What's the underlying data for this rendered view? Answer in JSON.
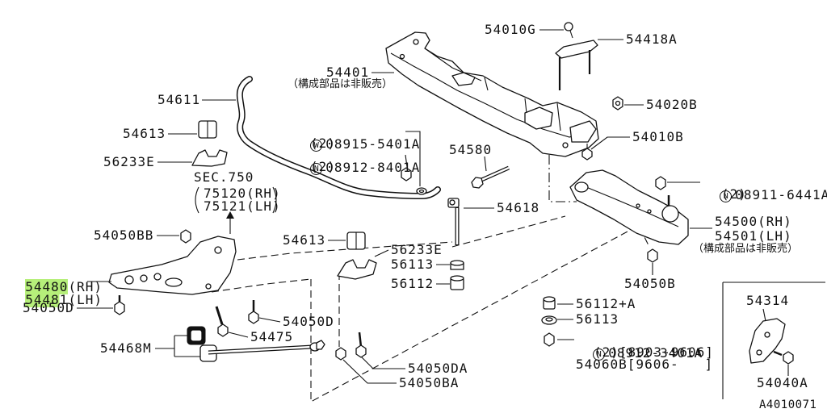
{
  "diagram": {
    "id": "A4010071"
  },
  "symbols": {
    "washer": "W",
    "nut": "N"
  },
  "colors": {
    "highlight": "#b6ef7a",
    "line": "#111111"
  },
  "labels": {
    "p54010G": "54010G",
    "p54418A": "54418A",
    "p54401": "54401",
    "p54401_note": "（構成部品は非販売）",
    "p54611": "54611",
    "p54020B": "54020B",
    "p54613_upper": "54613",
    "p08915_5401A": "08915-5401A",
    "p08915_5401A_qty": "(2)",
    "p08912_8401A": "08912-8401A",
    "p08912_8401A_qty": "(2)",
    "p54010B": "54010B",
    "p54580": "54580",
    "p56233E_upper": "56233E",
    "sec_ref": "SEC.750",
    "sec_rh": "75120(RH)",
    "sec_lh": "75121(LH)",
    "p08911_6441A": "08911-6441A",
    "p08911_6441A_qty": "(2)",
    "p54618": "54618",
    "p54500_rh": "54500(RH)",
    "p54501_lh": "54501(LH)",
    "p54500_note": "（構成部品は非販売）",
    "p54050BB": "54050BB",
    "p54613_lower": "54613",
    "p56233E_lower": "56233E",
    "p54480_num": "54480",
    "p54480_side": "(RH)",
    "p54481_num": "54481",
    "p54481_side": "(LH)",
    "p56113_left": "56113",
    "p56112_left": "56112",
    "p54050B": "54050B",
    "p54314": "54314",
    "p56112A": "56112+A",
    "p54050D_left": "54050D",
    "p54050D_center": "54050D",
    "p56113_right": "56113",
    "p54475": "54475",
    "p08912_3401A": "08912-3401A",
    "p08912_3401A_qty_range": "(2)[8903-9606]",
    "p54060B": "54060B[9606-   ]",
    "p54468M": "54468M",
    "p54050DA": "54050DA",
    "p54050BA": "54050BA",
    "p54040A": "54040A"
  }
}
